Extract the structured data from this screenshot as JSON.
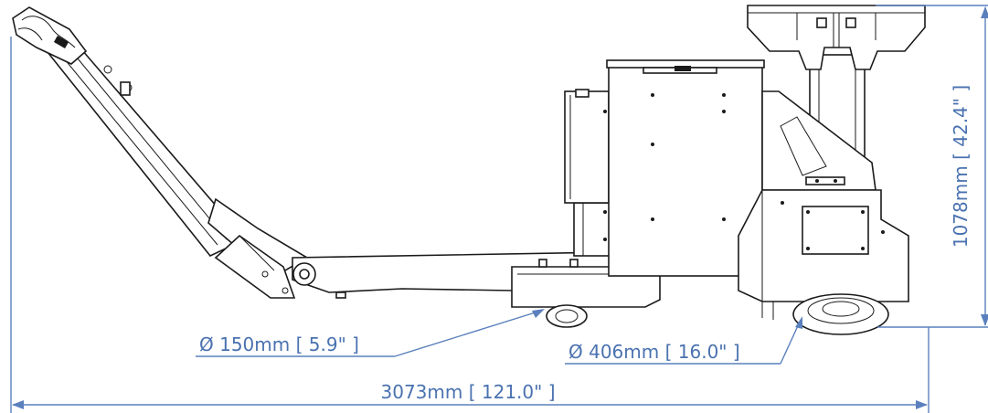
{
  "dimensions": {
    "small_wheel_diameter": "Ø 150mm [ 5.9\" ]",
    "large_wheel_diameter": "Ø 406mm [ 16.0\" ]",
    "overall_length": "3073mm [ 121.0\" ]",
    "overall_height": "1078mm [ 42.4\" ]"
  },
  "colors": {
    "dimension": "#4a72b0",
    "outline": "#1a1a1a",
    "background": "#ffffff"
  }
}
